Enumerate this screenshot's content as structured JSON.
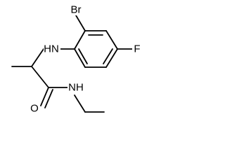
{
  "diagram": {
    "atoms": {
      "bromine": "Br",
      "amine_nh": "HN",
      "fluorine": "F",
      "carbonyl_oxygen": "O",
      "amide_nh": "NH"
    }
  }
}
